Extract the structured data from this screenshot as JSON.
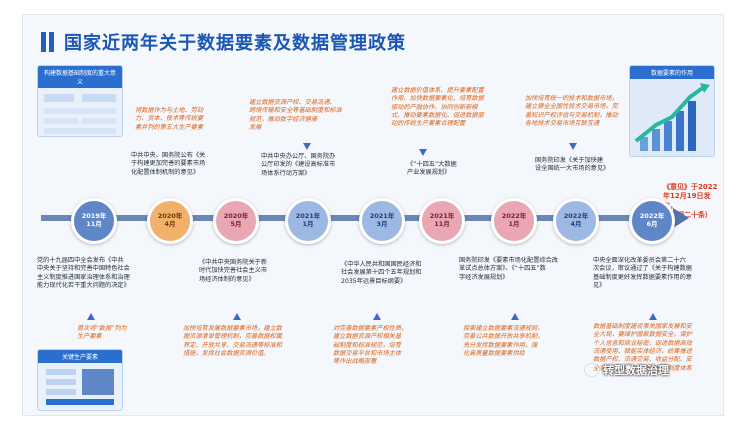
{
  "title": "国家近两年关于数据要素及数据管理政策",
  "left_panel": {
    "header": "构建数据基础制度的重大意义"
  },
  "right_panel": {
    "header": "数据要素的作用"
  },
  "bottom_left_panel": {
    "header": "关键生产要素"
  },
  "timeline_nodes": [
    {
      "year": "2019年",
      "month": "11月",
      "color": "blue"
    },
    {
      "year": "2020年",
      "month": "4月",
      "color": "orange"
    },
    {
      "year": "2020年",
      "month": "5月",
      "color": "pink"
    },
    {
      "year": "2021年",
      "month": "1月",
      "color": "lightblue"
    },
    {
      "year": "2021年",
      "month": "3月",
      "color": "lightblue"
    },
    {
      "year": "2021年",
      "month": "11月",
      "color": "pink"
    },
    {
      "year": "2022年",
      "month": "1月",
      "color": "pink"
    },
    {
      "year": "2022年",
      "month": "4月",
      "color": "lightblue"
    },
    {
      "year": "2022年",
      "month": "6月",
      "color": "blue"
    }
  ],
  "notes": {
    "top_2020_4": "将数据作为与土地、劳动\n力、资本、技术等传统要\n素并列的第五大生产要素",
    "top_2021_1_orange": "建立数据资源产权、交易流通、\n跨境传输和安全等基础制度和标准\n规范，推动数字经济健康\n发展",
    "top_2021_11_orange": "建立数据价值体系、提升要素配置\n作用、加快数据要素化、培育数据\n驱动的产融协作、协同创新新模\n式、推动要素数据化、促进数据驱\n动的传统生产要素合理配置",
    "top_2022_4_orange": "加快培育统一的技术和数据市场，\n建立健全全国性技术交易市场，完\n善知识产权评估与交易机制，推动\n各地技术交易市场互联互通",
    "upper_2020_4": "中共中央、国务院公布《关\n于构建更加完善的要素市场\n化配置体制机制的意见》",
    "upper_2021_1": "中共中央办公厅、国务院办\n公厅印发的《建设高标准市\n场体系行动方案》",
    "upper_2021_11": "《“十四五”大数据\n产业发展规划》",
    "upper_2022_4": "国务院印发《关于加快建\n设全国统一大市场的意见》",
    "red_2022_12": "《意见》于2022\n年12月19日发布，\n（数据二十条）",
    "lower_2019_11": "党的十九届四中全会发布《中共\n中央关于坚持和完善中国特色社会\n主义制度推进国家治理体系和治理\n能力现代化若干重大问题的决定》",
    "lower_2020_5": "《中共中央国务院关于新\n时代加快完善社会主义市\n场经济体制的意见》",
    "lower_2021_3": "《中华人民共和国国民经济和\n社会发展第十四个五年规划和\n2035年远景目标纲要》",
    "lower_2022_1": "国务院印发《要素市场化配置综合改\n革试点总体方案》、《“十四五”数\n字经济发展规划》",
    "lower_2022_6": "中央全面深化改革委员会第二十六\n次会议，审议通过了《关于构建数据\n基础制度更好发挥数据要素作用的意\n见》",
    "bottom_2019_11": "首次将“数据”列为\n生产要素",
    "bottom_2020_5": "加快培育发展数据要素市场，建立数\n据资源清单管理机制，完善数据权属\n界定、开放共享、交易流通等标准和\n措施，发挥社会数据资源价值。",
    "bottom_2021_3": "对完善数据要素产权性质，\n建立数据资源产权相关基\n础制度和标准规范，培育\n数据交易平台和市场主体\n等作出战略部署",
    "bottom_2022_1": "探索建立数据要素流通规则，\n完善公共数据开放共享机制，\n充分发挥数据要素作用，强\n化高质量数据要素供给",
    "bottom_2022_6": "数据基础制度建设事关国家发展和安\n全大局，要维护国家数据安全，保护\n个人信息和商业秘密，促进数据高效\n流通使用、赋能实体经济，统筹推进\n数据产权、流通交易、收益分配、安\n全治理，加快构建数据基础制度体系"
  },
  "watermark": "转型数据治理"
}
